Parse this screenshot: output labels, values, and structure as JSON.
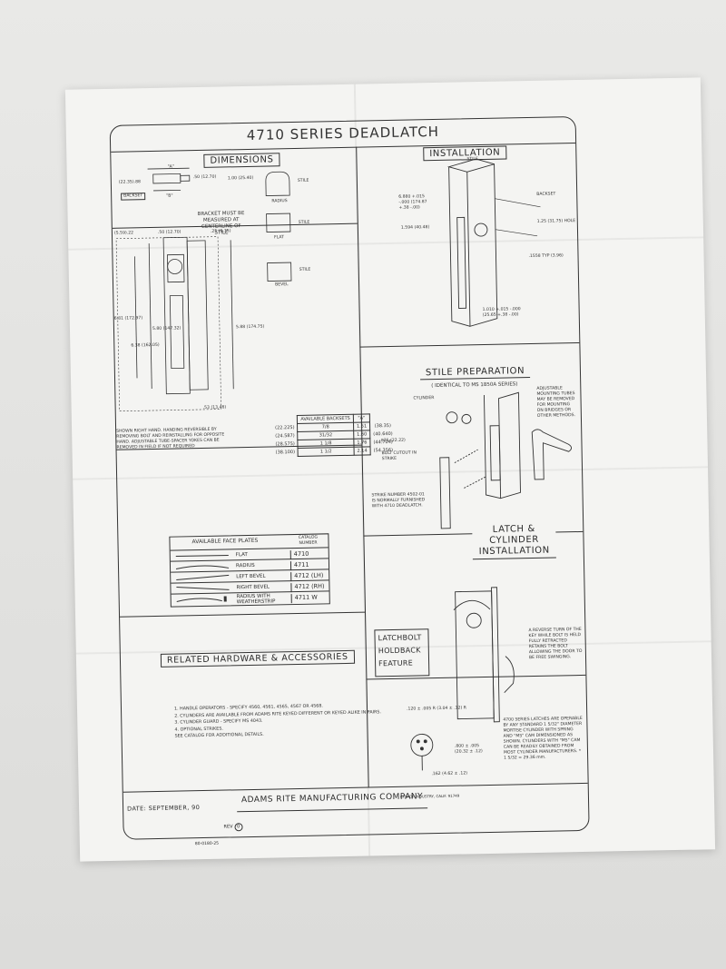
{
  "title": "4710 SERIES DEADLATCH",
  "sections": {
    "dimensions": "DIMENSIONS",
    "installation": "INSTALLATION",
    "stile_preparation": "STILE PREPARATION",
    "stile_preparation_note": "( IDENTICAL TO MS 1850A SERIES)",
    "latch_cylinder": "LATCH & CYLINDER INSTALLATION",
    "related": "RELATED HARDWARE & ACCESSORIES"
  },
  "dimensions": {
    "a_label": "\"A\"",
    "b_label": "\"B\"",
    "backset_label": "BACKSET",
    "dim_top_left": "(22.35).88",
    "dim_top_mid": ".50 (12.70)",
    "dim_top_right": "1.00 (25.40)",
    "bracket_note": "BRACKET MUST BE MEASURED AT CENTERLINE OF STILE",
    "stile_label": "STILE",
    "radius_label": "RADIUS",
    "flat_label": "FLAT",
    "bevel_label": "BEVEL",
    "dim_row2_a": "(5.59).22",
    "dim_row2_b": ".50 (12.70)",
    "dim_row2_c": ".25 (6.35)",
    "dim_height_1": "6.81 (172.97)",
    "dim_height_2": "5.80 (147.32)",
    "dim_height_3": "6.38 (162.05)",
    "dim_height_4": "5.88 (174.75)",
    "dim_bottom": ".53 (13.46)",
    "hand_note": "SHOWN RIGHT HAND. HANDING REVERSIBLE BY REMOVING BOLT AND REINSTALLING FOR OPPOSITE HAND. ADJUSTABLE TUBE-SPACER YOKES CAN BE REMOVED IN FIELD IF NOT REQUIRED",
    "backsets_header": "AVAILABLE BACKSETS",
    "a_header": "\"A\"",
    "backsets": [
      {
        "mm_left": "(22.225)",
        "backset": "7/8",
        "a": "1.51",
        "mm_right": "(38.35)"
      },
      {
        "mm_left": "(24.587)",
        "backset": "31/32",
        "a": "1.60",
        "mm_right": "(40.640)"
      },
      {
        "mm_left": "(28.575)",
        "backset": "1 1/8",
        "a": "1.76",
        "mm_right": "(44.704)"
      },
      {
        "mm_left": "(38.100)",
        "backset": "1 1/2",
        "a": "2.14",
        "mm_right": "(54.356)"
      }
    ]
  },
  "installation": {
    "stile": "STILE",
    "backset": "BACKSET",
    "dim_height": "6.880 +.015 -.000 (174.87 +.38 -.00)",
    "dim_hole": "1.594 (40.48)",
    "dim_hole_dia": "1.25 (31.75) HOLE",
    "dim_typ": ".1558 TYP (3.96)",
    "dim_width": "1.010 +.015 -.000 (25.65 +.38 -.00)"
  },
  "stile_prep": {
    "cylinder": "CYLINDER",
    "adjustable_note": "ADJUSTABLE MOUNTING TUBES MAY BE REMOVED FOR MOUNTING ON BRIDGES OR OTHER METHODS.",
    "dim": ".875 (22.22)",
    "bolt_cutout": "BOLT CUTOUT IN STRIKE",
    "strike_note": "STRIKE NUMBER 4502-01 IS NORMALLY FURNISHED WITH 4710 DEADLATCH."
  },
  "face_plates": {
    "header_name": "AVAILABLE FACE PLATES",
    "header_catalog": "CATALOG NUMBER",
    "rows": [
      {
        "name": "FLAT",
        "catalog": "4710"
      },
      {
        "name": "RADIUS",
        "catalog": "4711"
      },
      {
        "name": "LEFT BEVEL",
        "catalog": "4712 (LH)"
      },
      {
        "name": "RIGHT BEVEL",
        "catalog": "4712 (RH)"
      },
      {
        "name": "RADIUS WITH WEATHERSTRIP",
        "catalog": "4711 W"
      }
    ]
  },
  "related_items": [
    "1.  HANDLE OPERATORS - SPECIFY 4560, 4561, 4565, 4567 OR 4568.",
    "2.  CYLINDERS ARE AVAILABLE FROM ADAMS RITE KEYED DIFFERENT OR KEYED ALIKE IN PAIRS.",
    "3.  CYLINDER GUARD - SPECIFY MS 4043.",
    "4.  OPTIONAL STRIKES.",
    "     SEE CATALOG FOR ADDITIONAL DETAILS."
  ],
  "latchbolt": {
    "label_1": "LATCHBOLT",
    "label_2": "HOLDBACK",
    "label_3": "FEATURE",
    "note": "A REVERSE TURN OF THE KEY WHILE BOLT IS HELD FULLY RETRACTED RETAINS THE BOLT ALLOWING THE DOOR TO BE FREE SWINGING."
  },
  "cylinder_note": {
    "dim_1": ".120 ± .005 R (3.04 ± .12) R",
    "dim_2": ".800 ± .005 (20.32 ± .12)",
    "dim_3": ".162 (4.62 ± .12)",
    "text": "4700 SERIES LATCHES ARE OPERABLE BY ANY STANDARD 1 5/32\" DIAMETER MORTISE CYLINDER WITH SPRING AND \"MS\" CAM DIMENSIONED AS SHOWN. CYLINDERS WITH \"MS\" CAM CAN BE READILY OBTAINED FROM MOST CYLINDER MANUFACTURERS. * 1 5/32 = 29.36 mm."
  },
  "footer": {
    "date": "DATE: SEPTEMBER, 90",
    "company": "ADAMS RITE MANUFACTURING COMPANY",
    "city": "CITY OF INDUSTRY, CALIF. 91749",
    "rev": "REV",
    "rev_num": "0",
    "doc_number": "80-0180-25"
  }
}
